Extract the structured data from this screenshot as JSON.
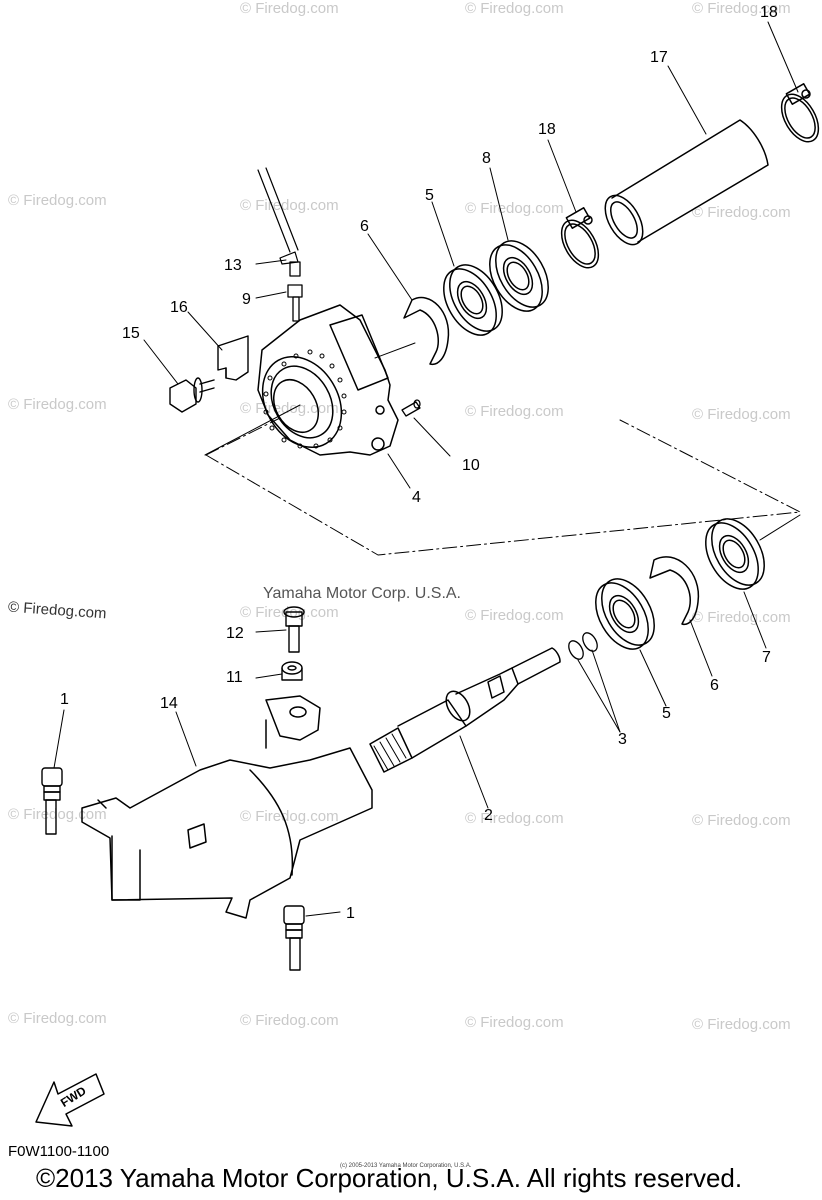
{
  "watermark": "© Firedog.com",
  "watermark_dark": "© Firedog.com",
  "corp_mark": "Yamaha Motor Corp. U.S.A.",
  "fwd_label": "FWD",
  "diagram_code": "F0W1100-1100",
  "copyright": "©2013 Yamaha Motor Corporation, U.S.A. All rights reserved.",
  "copyright_small": "(c) 2005-2013 Yamaha Motor Corporation, U.S.A.",
  "callouts": {
    "c18_top": "18",
    "c17": "17",
    "c18_mid": "18",
    "c8": "8",
    "c5_top": "5",
    "c6_top": "6",
    "c13": "13",
    "c9": "9",
    "c16": "16",
    "c15": "15",
    "c10": "10",
    "c4": "4",
    "c12": "12",
    "c11": "11",
    "c1_left": "1",
    "c14": "14",
    "c2": "2",
    "c3": "3",
    "c5_bot": "5",
    "c6_bot": "6",
    "c7": "7",
    "c1_bot": "1"
  }
}
